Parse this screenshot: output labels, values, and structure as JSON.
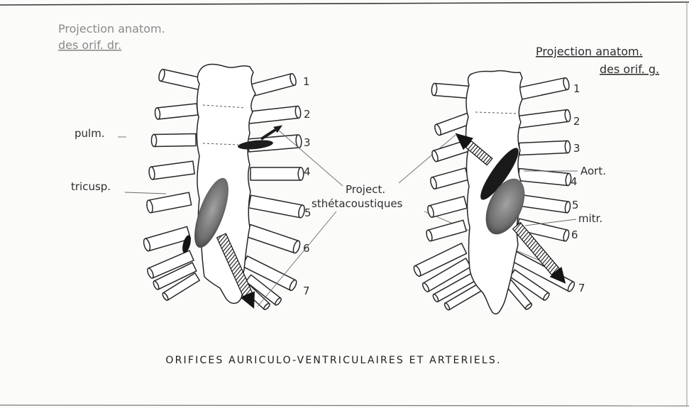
{
  "caption": "ORIFICES AURICULO-VENTRICULAIRES ET ARTERIELS.",
  "left_figure": {
    "heading_line1": "Projection anatom.",
    "heading_line2": "des orif. dr.",
    "labels": {
      "pulm": "pulm.",
      "tricusp": "tricusp."
    },
    "rib_numbers": [
      "1",
      "2",
      "3",
      "4",
      "5",
      "6",
      "7"
    ]
  },
  "right_figure": {
    "heading_line1": "Projection anatom.",
    "heading_line2": "des orif. g.",
    "labels": {
      "aort": "Aort.",
      "mitr": "mitr."
    },
    "rib_numbers": [
      "1",
      "2",
      "3",
      "4",
      "5",
      "6",
      "7"
    ]
  },
  "center_label": {
    "line1": "Project.",
    "line2": "sthétacoustiques"
  },
  "colors": {
    "paper": "#fbfbfa",
    "ink": "#262626",
    "orifice_gray": "#6e6e6e",
    "orifice_dark": "#1a1a1a"
  }
}
